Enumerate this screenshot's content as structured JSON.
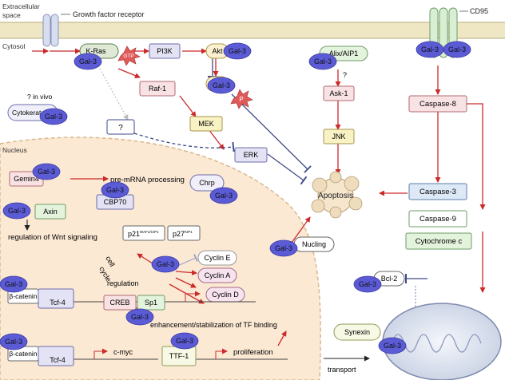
{
  "colors": {
    "galectin": "#5b5bd6",
    "galectin_stroke": "#3a3aa0",
    "arrow_red": "#cc2a2a",
    "inhibit_blue": "#3e4a88",
    "nucleus_fill": "#fbe9d4",
    "membrane": "#eadfb8",
    "box_purple": "#e3e2f6",
    "box_green": "#e3f3dc",
    "box_pink": "#f9e2e4",
    "box_blue": "#dde9f6",
    "box_yellow": "#f9f2c4",
    "box_lavender": "#ecebf8"
  },
  "labels": {
    "extracellular": "Extracellular\nspace",
    "growth_factor_receptor": "Growth factor receptor",
    "cytosol": "Cytosol",
    "nucleus": "Nucleus",
    "cd95": "CD95",
    "in_vivo": "? in vivo",
    "question_mark": "?",
    "transport": "transport"
  },
  "proteins": {
    "gal3": "Gal-3",
    "kras": "K-Ras",
    "gtp": "GTP",
    "pi3k": "PI3K",
    "akt": "Akt",
    "p": "P",
    "alix": "Alix/AIP1",
    "ask1": "Ask-1",
    "jnk": "JNK",
    "raf1": "Raf-1",
    "mek": "MEK",
    "erk": "ERK",
    "cytokeratans": "Cytokeratans",
    "caspase8": "Caspase-8",
    "caspase3": "Caspase-3",
    "caspase9": "Caspase-9",
    "cytochrome_c": "Cytochrome c",
    "apoptosis": "Apoptosis",
    "nucling": "Nucling",
    "bcl2": "Bcl-2",
    "synexin": "Synexin",
    "chrp": "Chrp",
    "gemin4": "Gemin4",
    "cbp70": "CBP70",
    "axin": "Axin",
    "p21": "p21",
    "p21_sup": "WAF1/CIP1",
    "p27": "p27",
    "p27_sup": "KIP1",
    "cyclin_e": "Cyclin E",
    "cyclin_a": "Cyclin A",
    "cyclin_d": "Cyclin D",
    "beta_catenin": "β-catenin",
    "tcf4": "Tcf-4",
    "creb": "CREB",
    "sp1": "Sp1",
    "ttf1": "TTF-1"
  },
  "processes": {
    "pre_mrna": "pre-mRNA processing",
    "wnt": "regulation of Wnt signaling",
    "cell_cycle_1": "cell",
    "cell_cycle_2": "cycle",
    "cell_cycle_3": "regulation",
    "tf_binding": "enhancement/stabilization of TF binding",
    "cmyc": "c-myc",
    "proliferation": "proliferation"
  }
}
